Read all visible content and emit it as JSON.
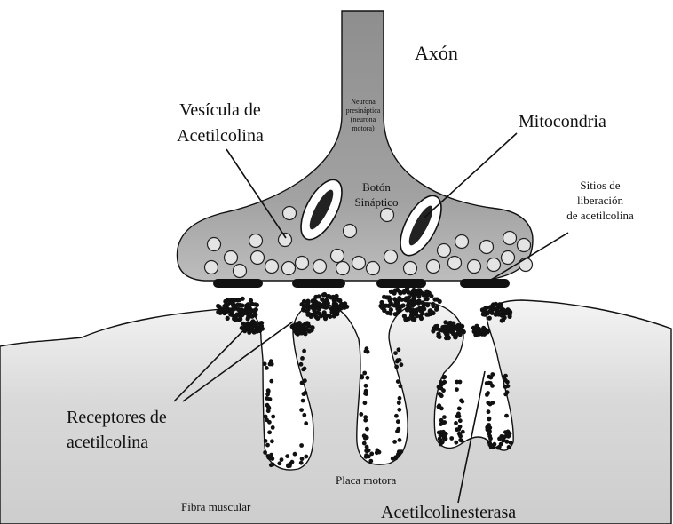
{
  "labels": {
    "axon": "Axón",
    "neuron_line1": "Neurona",
    "neuron_line2": "presináptica",
    "neuron_line3": "(neurona",
    "neuron_line4": "motora)",
    "vesicle_line1": "Vesícula de",
    "vesicle_line2": "Acetilcolina",
    "mitochondria": "Mitocondria",
    "bouton_line1": "Botón",
    "bouton_line2": "Sináptico",
    "release_line1": "Sitios de",
    "release_line2": "liberación",
    "release_line3": "de acetilcolina",
    "receptors_line1": "Receptores de",
    "receptors_line2": "acetilcolina",
    "muscle_fiber": "Fibra muscular",
    "motor_plate": "Placa motora",
    "acetylcholinesterase": "Acetilcolinesterasa"
  },
  "colors": {
    "neuron_fill": "#9a9a9a",
    "muscle_fill": "#dcdcdc",
    "vesicle_fill": "#e4e4e4",
    "receptor_dots": "#111111",
    "outline": "#111111"
  }
}
